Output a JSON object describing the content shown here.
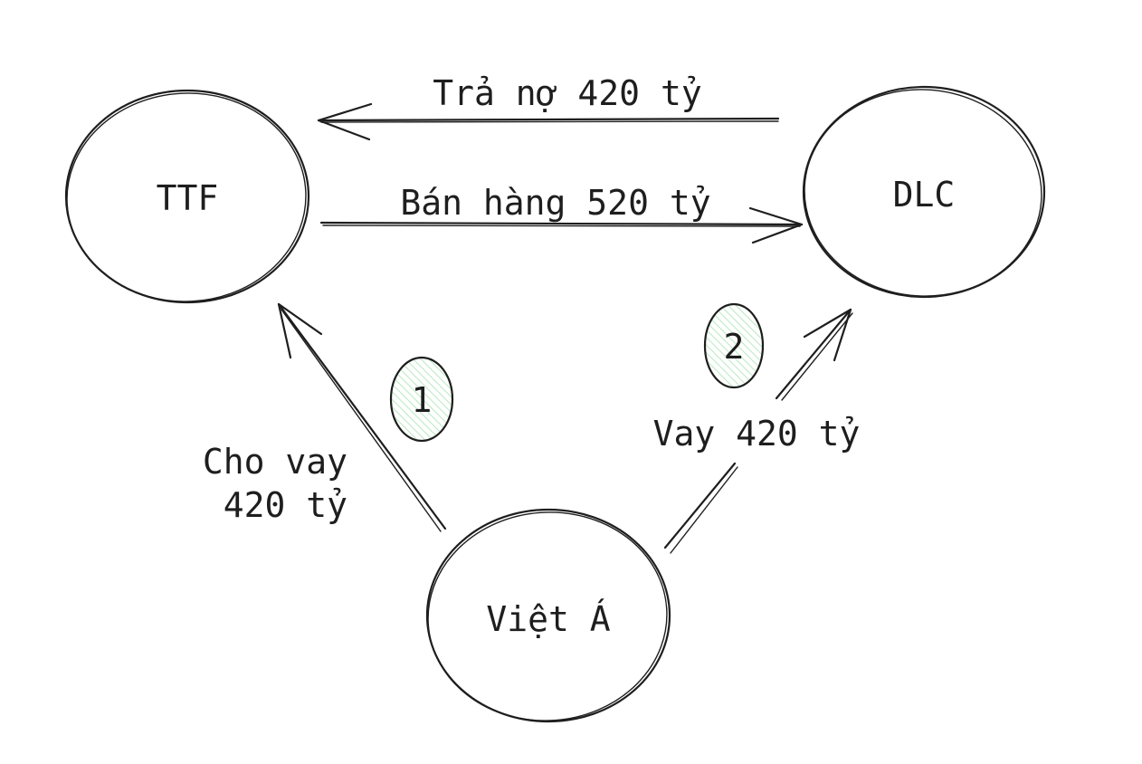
{
  "nodes": {
    "ttf": {
      "label": "TTF"
    },
    "dlc": {
      "label": "DLC"
    },
    "vieta": {
      "label": "Việt Á"
    }
  },
  "edges": {
    "repay": {
      "label": "Trả nợ 420 tỷ"
    },
    "sale": {
      "label": "Bán hàng 520 tỷ"
    },
    "lend": {
      "label_line1": "Cho vay",
      "label_line2": "420 tỷ"
    },
    "borrow": {
      "label": "Vay 420 tỷ"
    }
  },
  "badges": {
    "step1": {
      "label": "1"
    },
    "step2": {
      "label": "2"
    }
  },
  "colors": {
    "ink": "#1e1e1e",
    "badge_fill": "#b2f2bb",
    "background": "#ffffff"
  }
}
